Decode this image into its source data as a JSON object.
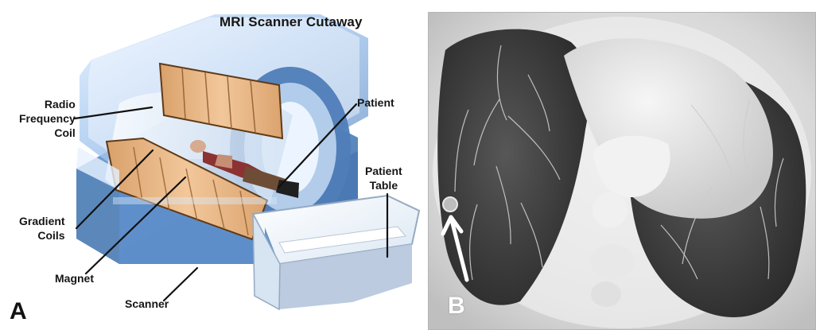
{
  "panel_a": {
    "title": "MRI Scanner Cutaway",
    "letter": "A",
    "labels": {
      "radio_frequency_coil": [
        "Radio",
        "Frequency",
        "Coil"
      ],
      "gradient_coils": [
        "Gradient",
        "Coils"
      ],
      "magnet": "Magnet",
      "scanner": "Scanner",
      "patient": "Patient",
      "patient_table": [
        "Patient",
        "Table"
      ]
    }
  },
  "panel_b": {
    "letter": "B"
  }
}
